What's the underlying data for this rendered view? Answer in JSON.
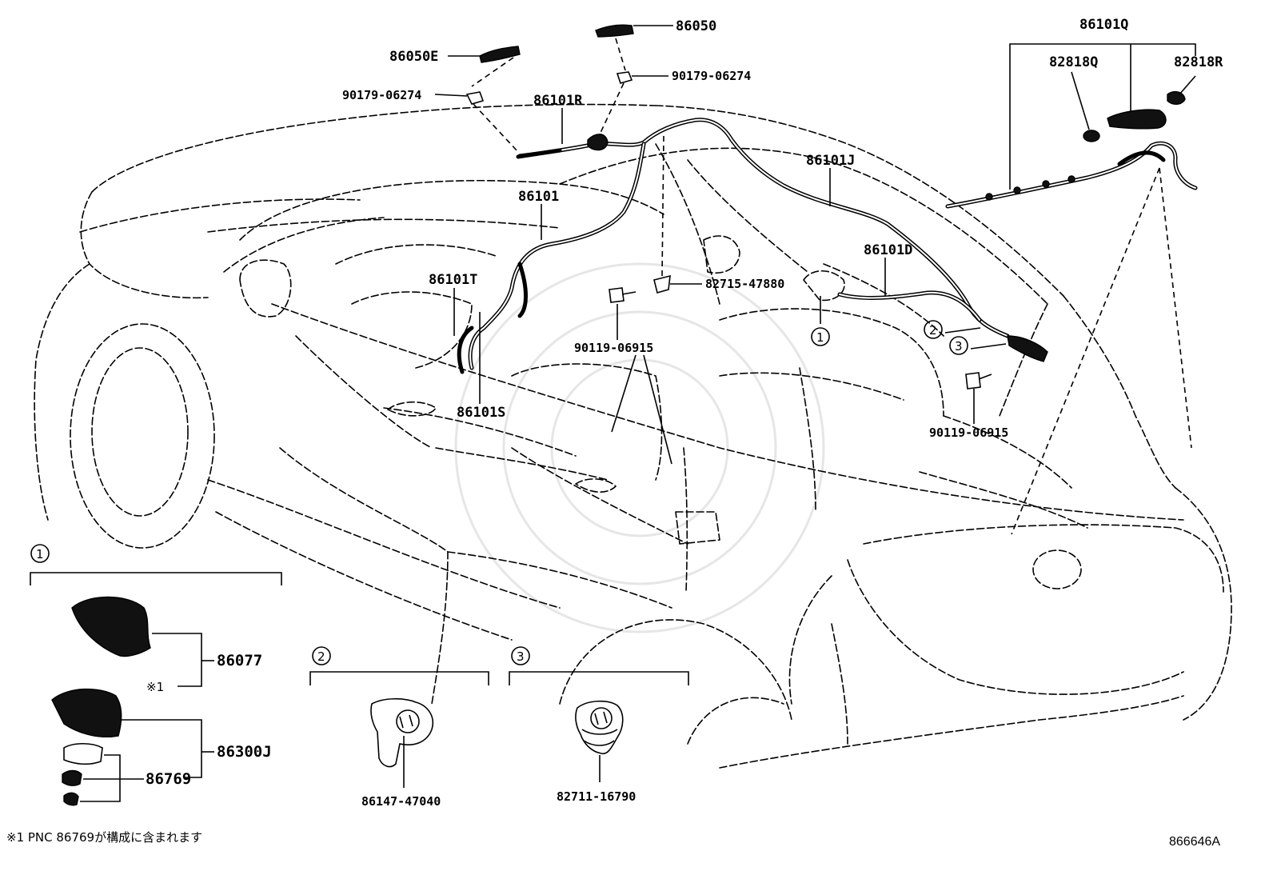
{
  "callouts": {
    "p86050E": "86050E",
    "p86050": "86050",
    "p90179_a": "90179-06274",
    "p90179_b": "90179-06274",
    "p86101R": "86101R",
    "p86101": "86101",
    "p86101T": "86101T",
    "p86101S": "86101S",
    "p86101J": "86101J",
    "p86101D": "86101D",
    "p86101Q": "86101Q",
    "p82818Q": "82818Q",
    "p82818R": "82818R",
    "p82715": "82715-47880",
    "p90119_a": "90119-06915",
    "p90119_b": "90119-06915",
    "p86077": "86077",
    "p86300J": "86300J",
    "p86769": "86769",
    "p86147": "86147-47040",
    "p82711": "82711-16790",
    "mark1": "※1"
  },
  "circled": {
    "c1_car": "1",
    "c2_car": "2",
    "c3_car": "3",
    "c1_box": "1",
    "c2_box": "2",
    "c3_box": "3"
  },
  "footnote": "※1 PNC 86769が構成に含まれます",
  "illustration_code": "866646A"
}
